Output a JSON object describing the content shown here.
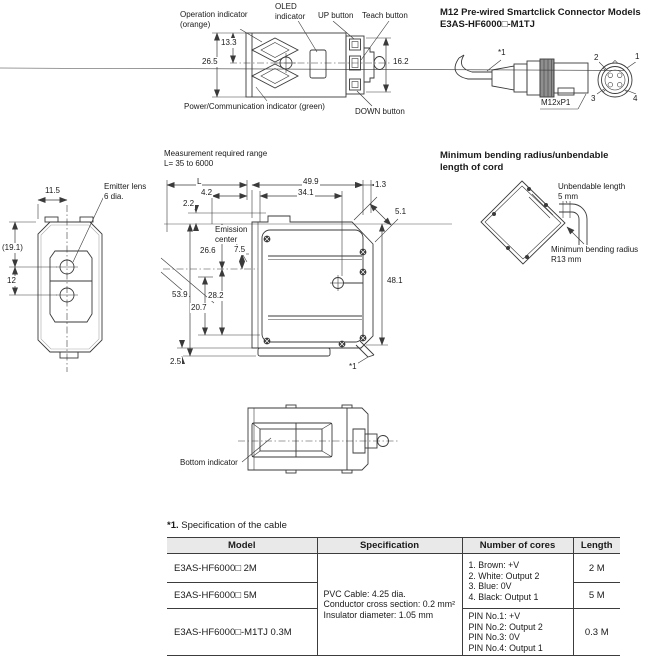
{
  "top_view": {
    "operation_indicator": "Operation indicator\n(orange)",
    "oled_indicator": "OLED\nindicator",
    "up_button": "UP button",
    "teach_button": "Teach button",
    "power_comm_indicator": "Power/Communication indicator (green)",
    "down_button": "DOWN button",
    "dim_13_3": "13.3",
    "dim_26_5": "26.5",
    "dim_16_2": "16.2"
  },
  "connector_section": {
    "title": "M12 Pre-wired Smartclick Connector Models\nE3AS-HF6000□-M1TJ",
    "note_ref": "*1",
    "thread_label": "M12xP1",
    "pin_1": "1",
    "pin_2": "2",
    "pin_3": "3",
    "pin_4": "4"
  },
  "front_view": {
    "dim_11_5": "11.5",
    "emitter_lens": "Emitter lens\n6 dia.",
    "dim_19_1": "(19.1)",
    "dim_12": "12"
  },
  "side_view": {
    "range_note": "Measurement required range\n L= 35 to 6000",
    "dim_L": "L",
    "dim_49_9": "49.9",
    "dim_1_3": "1.3",
    "dim_4_2": "4.2",
    "dim_34_1": "34.1",
    "dim_2_2": "2.2",
    "dim_5_1": "5.1",
    "emission_center": "Emission\ncenter",
    "dim_26_6": "26.6",
    "dim_7_5": "7.5",
    "dim_53_9": "53.9",
    "dim_28_2": "28.2",
    "dim_20_7": "20.7",
    "dim_48_1": "48.1",
    "dim_2_5": "2.5",
    "note_ref": "*1"
  },
  "bending_section": {
    "title": "Minimum bending radius/unbendable\nlength of cord",
    "unbendable": "Unbendable length\n5 mm",
    "min_radius": "Minimum bending radius\nR13 mm"
  },
  "bottom_view": {
    "bottom_indicator": "Bottom indicator"
  },
  "cable_table": {
    "title_prefix": "*1.",
    "title_rest": " Specification of the cable",
    "headers": [
      "Model",
      "Specification",
      "Number of cores",
      "Length"
    ],
    "models": [
      "E3AS-HF6000□ 2M",
      "E3AS-HF6000□ 5M",
      "E3AS-HF6000□-M1TJ 0.3M"
    ],
    "specification": "PVC Cable: 4.25 dia.\nConductor cross section: 0.2 mm²\nInsulator diameter: 1.05 mm",
    "cores_wired": "1. Brown: +V\n2. White: Output 2\n3. Blue: 0V\n4. Black: Output 1",
    "cores_connector": "PIN No.1: +V\nPIN No.2: Output 2\nPIN No.3: 0V\nPIN No.4: Output 1",
    "lengths": [
      "2 M",
      "5 M",
      "0.3 M"
    ]
  }
}
